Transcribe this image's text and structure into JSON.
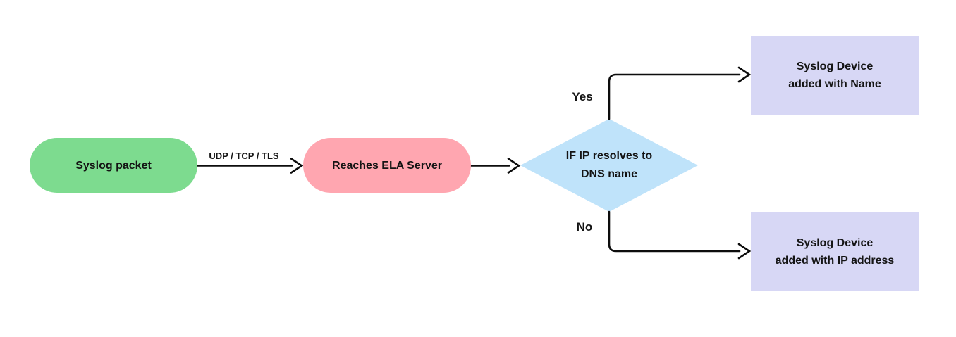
{
  "colors": {
    "node-green": "#7ddb8f",
    "node-pink": "#ffa6b0",
    "node-blue": "#bfe3fa",
    "node-lavender": "#d7d7f5",
    "line": "#0d0d0d",
    "text": "#141414"
  },
  "nodes": {
    "start": {
      "label": "Syslog packet"
    },
    "server": {
      "label": "Reaches ELA Server"
    },
    "decision": {
      "lines": [
        "IF IP resolves to",
        "DNS name"
      ]
    },
    "result_yes": {
      "lines": [
        "Syslog Device",
        "added with Name"
      ]
    },
    "result_no": {
      "lines": [
        "Syslog Device",
        "added with IP address"
      ]
    }
  },
  "edges": {
    "transport": {
      "label": "UDP / TCP / TLS"
    },
    "yes": {
      "label": "Yes"
    },
    "no": {
      "label": "No"
    }
  }
}
